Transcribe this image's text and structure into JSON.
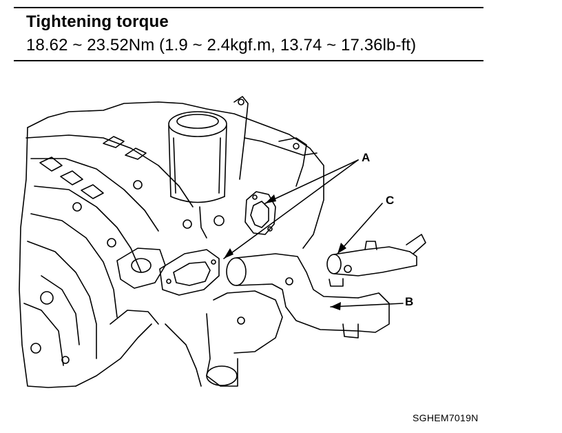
{
  "header": {
    "heading": "Tightening torque",
    "value": "18.62 ~ 23.52Nm (1.9 ~ 2.4kgf.m, 13.74 ~ 17.36lb-ft)"
  },
  "callouts": {
    "a": "A",
    "b": "B",
    "c": "C"
  },
  "figure_code": "SGHEM7019N",
  "colors": {
    "ink": "#000000",
    "paper": "#ffffff"
  }
}
